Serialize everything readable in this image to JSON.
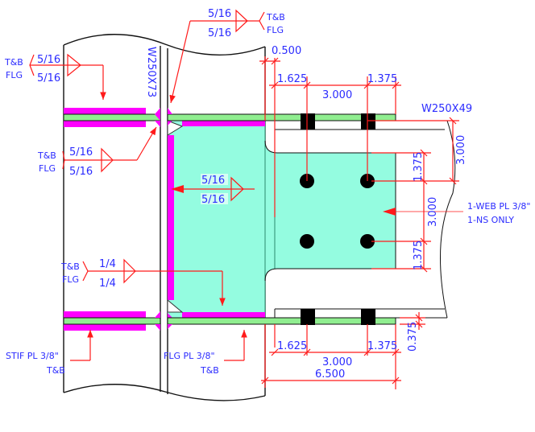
{
  "drawing": {
    "column_section": "W250X73",
    "beam_section": "W250X49",
    "colors": {
      "weld_symbol": "#ff1a1a",
      "dimension_text": "#2b2bff",
      "stiffener": "#ff00ff",
      "flange_plate": "#90ee90",
      "web_plate": "#94fce0",
      "outline": "#111111"
    },
    "welds": [
      {
        "id": "top-stiffener",
        "reference": "T&B",
        "sub_reference": "FLG",
        "size_arrow_side": "5/16",
        "size_other_side": "5/16"
      },
      {
        "id": "top-flange-plate",
        "reference": "T&B",
        "sub_reference": "FLG",
        "size_arrow_side": "5/16",
        "size_other_side": "5/16"
      },
      {
        "id": "column-flange",
        "reference": "T&B",
        "sub_reference": "FLG",
        "size_arrow_side": "5/16",
        "size_other_side": "5/16"
      },
      {
        "id": "web-plate",
        "reference": "",
        "sub_reference": "",
        "size_arrow_side": "5/16",
        "size_other_side": "5/16"
      },
      {
        "id": "bottom-plate",
        "reference": "T&B",
        "sub_reference": "FLG",
        "size_arrow_side": "1/4",
        "size_other_side": "1/4"
      }
    ],
    "callouts": {
      "stiffener_plate": {
        "line1": "STIF PL 3/8\"",
        "line2": "T&B"
      },
      "flange_plate": {
        "line1": "FLG PL 3/8\"",
        "line2": "T&B"
      },
      "web_plate": {
        "line1": "1-WEB PL 3/8\"",
        "line2": "1-NS ONLY"
      }
    },
    "dimensions": {
      "gap": "0.500",
      "top_edge_left": "1.625",
      "top_bolt_spacing": "3.000",
      "top_edge_right": "1.375",
      "beam_depth_upper": "3.000",
      "web_edge_top": "1.375",
      "web_bolt_spacing": "3.000",
      "web_edge_bottom": "1.375",
      "plate_thickness": "0.375",
      "bottom_edge_left": "1.625",
      "bottom_bolt_spacing": "3.000",
      "bottom_edge_right": "1.375",
      "plate_length": "6.500"
    }
  }
}
